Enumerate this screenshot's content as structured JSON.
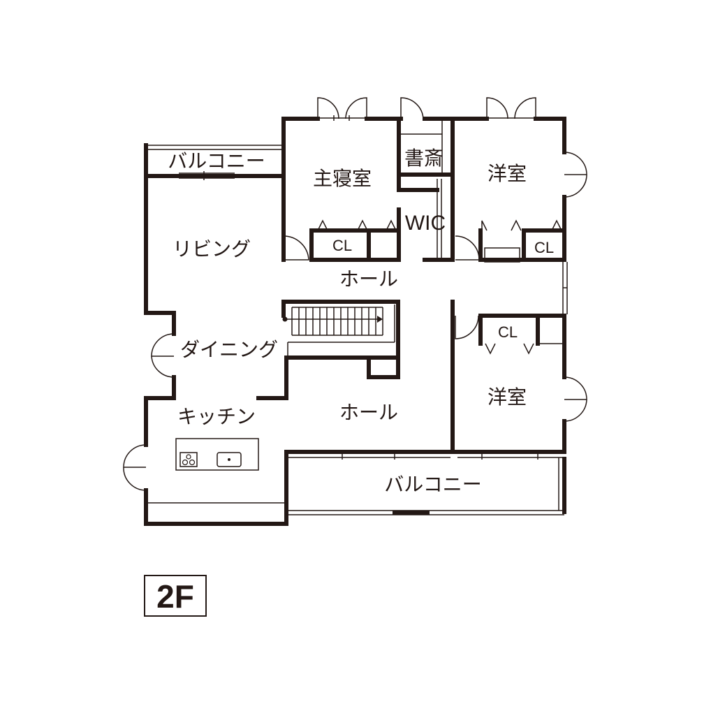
{
  "floor": "2F",
  "rooms": {
    "balcony_top": "バルコニー",
    "master_bedroom": "主寝室",
    "study": "書斎",
    "wic": "WIC",
    "bedroom_top_right": "洋室",
    "living": "リビング",
    "hall_upper": "ホール",
    "dining": "ダイニング",
    "kitchen": "キッチン",
    "hall_lower": "ホール",
    "bedroom_bottom_right": "洋室",
    "balcony_bottom": "バルコニー",
    "closet_master": "CL",
    "closet_top_right": "CL",
    "closet_bottom_right": "CL"
  },
  "colors": {
    "wall": "#231815",
    "background": "#ffffff"
  }
}
